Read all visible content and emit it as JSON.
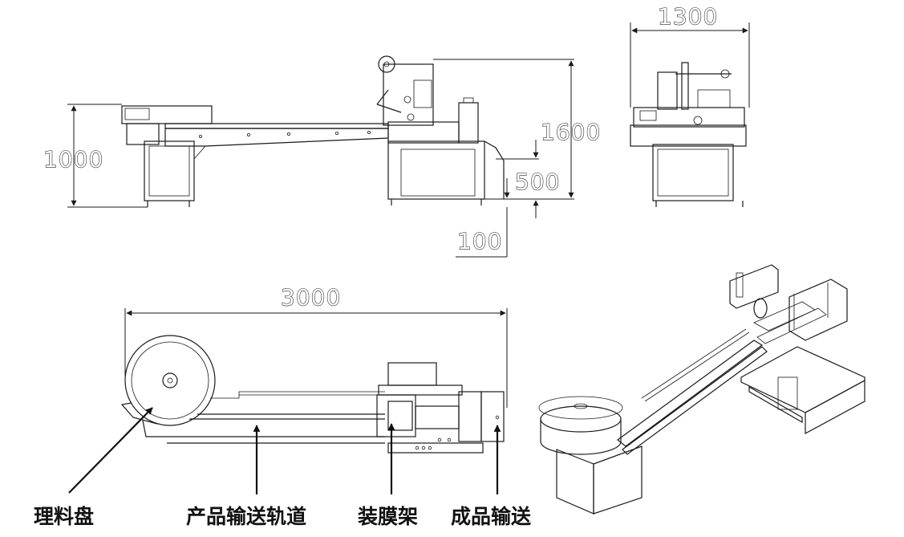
{
  "dimensions": {
    "side_height": "1000",
    "total_height": "1600",
    "output_height": "500",
    "foot_height": "100",
    "end_width": "1300",
    "plan_length": "3000"
  },
  "labels": {
    "sorting_tray": "理料盘",
    "product_track": "产品输送轨道",
    "film_holder": "装膜架",
    "output_conveyor": "成品输送"
  }
}
